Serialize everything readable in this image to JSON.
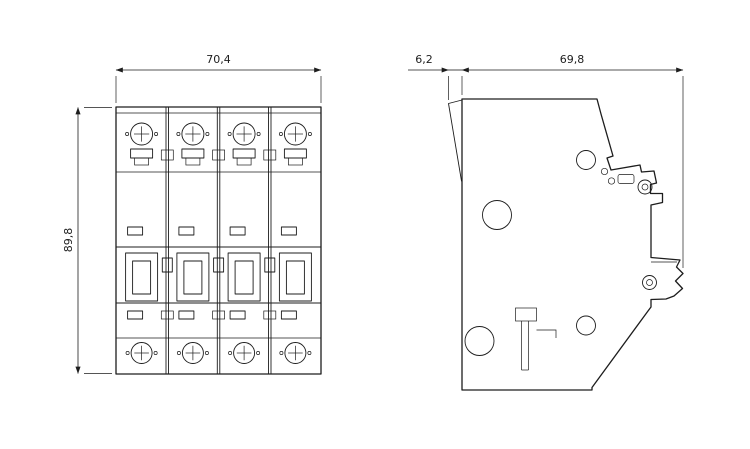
{
  "page": {
    "background": "#ffffff",
    "line_color": "#1d1d1d"
  },
  "views": {
    "front": {
      "width_dim": "70,4",
      "height_dim": "89,8"
    },
    "side": {
      "front_lip_dim": "6,2",
      "depth_dim": "69,8"
    }
  }
}
